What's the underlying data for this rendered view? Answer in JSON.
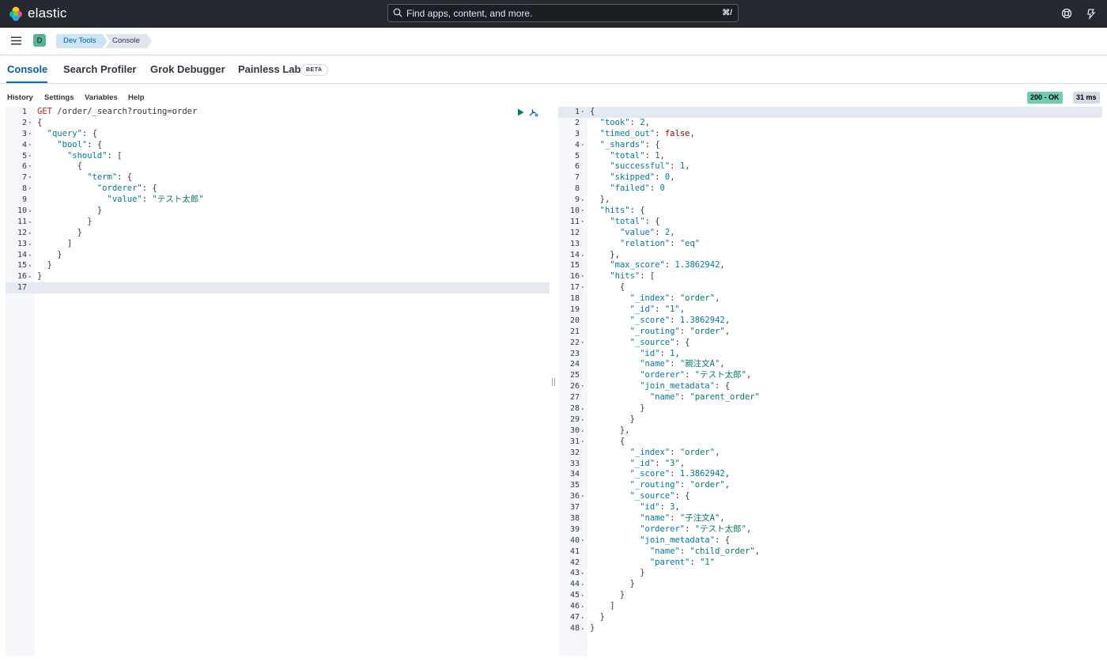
{
  "header": {
    "brand": "elastic",
    "search_placeholder": "Find apps, content, and more.",
    "search_shortcut": "⌘/"
  },
  "breadcrumbs": {
    "space_initial": "D",
    "items": [
      "Dev Tools",
      "Console"
    ]
  },
  "tabs": [
    "Console",
    "Search Profiler",
    "Grok Debugger",
    "Painless Lab"
  ],
  "tab_badge": "BETA",
  "toolbar": {
    "items": [
      "History",
      "Settings",
      "Variables",
      "Help"
    ],
    "status": "200 - OK",
    "duration": "31 ms"
  },
  "request_lines": [
    "GET /order/_search?routing=order",
    "{",
    "  \"query\": {",
    "    \"bool\": {",
    "      \"should\": [",
    "        {",
    "          \"term\": {",
    "            \"orderer\": {",
    "              \"value\": \"テスト太郎\"",
    "            }",
    "          }",
    "        }",
    "      ]",
    "    }",
    "  }",
    "}",
    ""
  ],
  "response_lines": [
    "{",
    "  \"took\": 2,",
    "  \"timed_out\": false,",
    "  \"_shards\": {",
    "    \"total\": 1,",
    "    \"successful\": 1,",
    "    \"skipped\": 0,",
    "    \"failed\": 0",
    "  },",
    "  \"hits\": {",
    "    \"total\": {",
    "      \"value\": 2,",
    "      \"relation\": \"eq\"",
    "    },",
    "    \"max_score\": 1.3862942,",
    "    \"hits\": [",
    "      {",
    "        \"_index\": \"order\",",
    "        \"_id\": \"1\",",
    "        \"_score\": 1.3862942,",
    "        \"_routing\": \"order\",",
    "        \"_source\": {",
    "          \"id\": 1,",
    "          \"name\": \"親注文A\",",
    "          \"orderer\": \"テスト太郎\",",
    "          \"join_metadata\": {",
    "            \"name\": \"parent_order\"",
    "          }",
    "        }",
    "      },",
    "      {",
    "        \"_index\": \"order\",",
    "        \"_id\": \"3\",",
    "        \"_score\": 1.3862942,",
    "        \"_routing\": \"order\",",
    "        \"_source\": {",
    "          \"id\": 3,",
    "          \"name\": \"子注文A\",",
    "          \"orderer\": \"テスト太郎\",",
    "          \"join_metadata\": {",
    "            \"name\": \"child_order\",",
    "            \"parent\": \"1\"",
    "          }",
    "        }",
    "      }",
    "    ]",
    "  }",
    "}"
  ],
  "request_folds": [
    2,
    3,
    4,
    5,
    6,
    7,
    8,
    10,
    11,
    12,
    13,
    14,
    15,
    16
  ],
  "response_folds": [
    1,
    4,
    9,
    10,
    11,
    14,
    16,
    17,
    22,
    26,
    28,
    29,
    30,
    31,
    36,
    40,
    43,
    44,
    45,
    46,
    47,
    48
  ]
}
